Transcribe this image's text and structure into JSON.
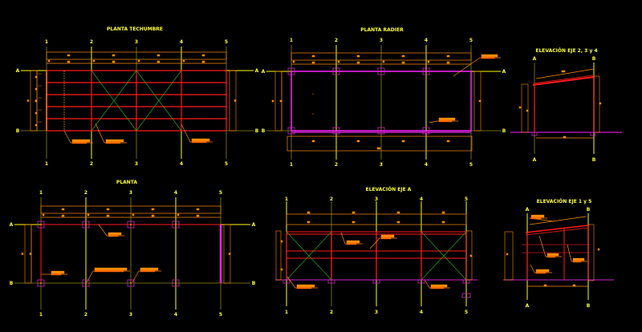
{
  "colors": {
    "background": "#000000",
    "axis": "#ffff00",
    "axis_dim": "#6b6b10",
    "structure": "#ff1a1a",
    "bracing": "#22aa22",
    "foundation": "#ff22ff",
    "dimension": "#ff8c00",
    "title": "#ffff33"
  },
  "views": [
    {
      "id": "planta-techumbre",
      "title": "PLANTA TECHUMBRE",
      "cols": [
        "1",
        "2",
        "3",
        "4",
        "5"
      ],
      "rows": [
        "A",
        "B"
      ]
    },
    {
      "id": "planta-radier",
      "title": "PLANTA RADIER",
      "cols": [
        "1",
        "2",
        "3",
        "4",
        "5"
      ],
      "rows": [
        "A",
        "B"
      ]
    },
    {
      "id": "elevacion-eje-234",
      "title": "ELEVACIÓN EJE 2, 3 y 4",
      "cols": [
        "A",
        "B"
      ]
    },
    {
      "id": "planta",
      "title": "PLANTA",
      "cols": [
        "1",
        "2",
        "3",
        "4",
        "5"
      ],
      "rows": [
        "A",
        "B"
      ]
    },
    {
      "id": "elevacion-eje-a",
      "title": "ELEVACIÓN EJE A",
      "cols": [
        "1",
        "2",
        "3",
        "4",
        "5"
      ]
    },
    {
      "id": "elevacion-eje-15",
      "title": "ELEVACIÓN EJE 1 y 5",
      "cols": [
        "A",
        "B"
      ]
    }
  ]
}
